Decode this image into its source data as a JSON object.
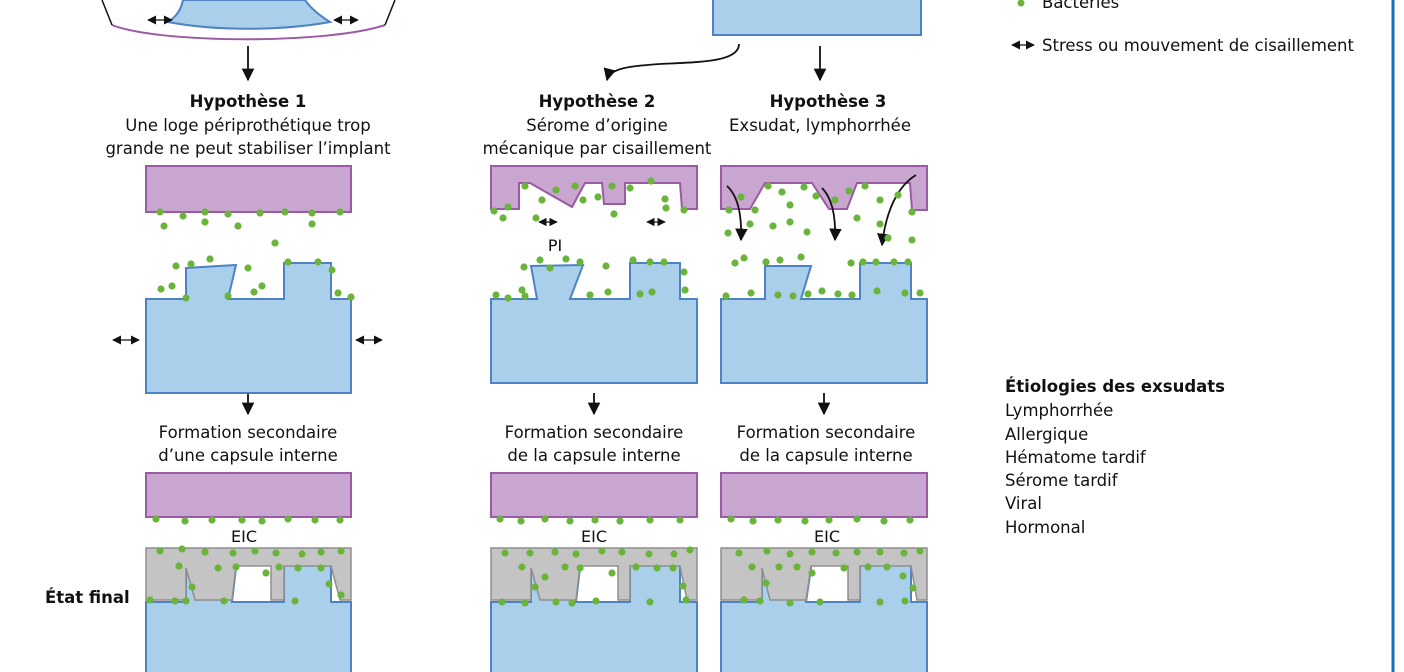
{
  "colors": {
    "tissue": "#c9a6cf",
    "tissue_edge": "#9b5aa4",
    "implant": "#a9cfeb",
    "implant_edge": "#4f82c4",
    "capsule": "#c4c4c4",
    "capsule_edge": "#8e8e8e",
    "bacteria": "#6ab43c",
    "arrow": "#111111",
    "frame": "#1a6fb5"
  },
  "legend": {
    "bacteria_label": "Bactéries",
    "shear_label": "Stress ou mouvement de cisaillement"
  },
  "hypotheses": [
    {
      "title": "Hypothèse 1",
      "desc_line1": "Une loge périprothétique trop",
      "desc_line2": "grande ne peut stabiliser l’implant",
      "secondary_line1": "Formation secondaire",
      "secondary_line2": "d’une capsule interne",
      "capsule_label": "EIC"
    },
    {
      "title": "Hypothèse 2",
      "desc_line1": "Sérome d’origine",
      "desc_line2": "mécanique par cisaillement",
      "gap_label": "PI",
      "secondary_line1": "Formation secondaire",
      "secondary_line2": "de la capsule interne",
      "capsule_label": "EIC"
    },
    {
      "title": "Hypothèse 3",
      "desc_line1": "Exsudat, lymphorrhée",
      "secondary_line1": "Formation secondaire",
      "secondary_line2": "de la capsule interne",
      "capsule_label": "EIC"
    }
  ],
  "final_state_label": "État final",
  "etiologies": {
    "title": "Étiologies des exsudats",
    "items": [
      "Lymphorrhée",
      "Allergique",
      "Hématome tardif",
      "Sérome tardif",
      "Viral",
      "Hormonal"
    ]
  }
}
